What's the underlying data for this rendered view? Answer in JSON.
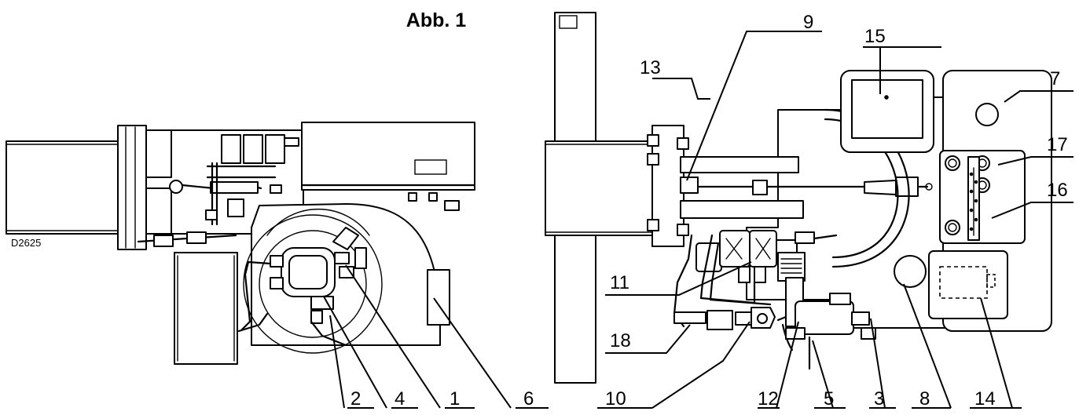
{
  "figure": {
    "title": "Abb. 1",
    "drawing_code": "D2625"
  },
  "labels": {
    "n1": "1",
    "n2": "2",
    "n3": "3",
    "n4": "4",
    "n5": "5",
    "n6": "6",
    "n7": "7",
    "n8": "8",
    "n9": "9",
    "n10": "10",
    "n11": "11",
    "n12": "12",
    "n13": "13",
    "n14": "14",
    "n15": "15",
    "n16": "16",
    "n17": "17",
    "n18": "18"
  }
}
